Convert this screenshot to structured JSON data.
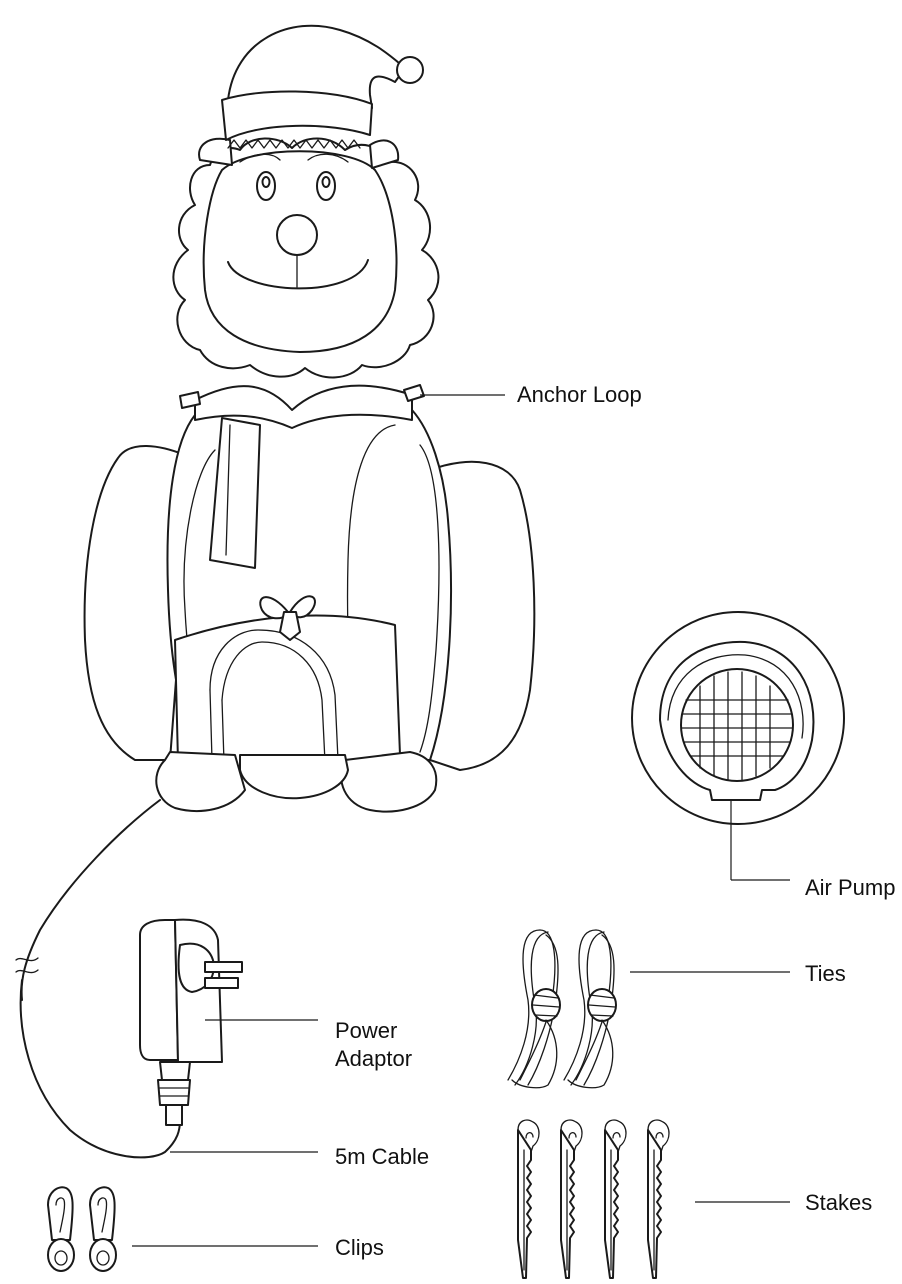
{
  "labels": {
    "anchor_loop": "Anchor Loop",
    "air_pump": "Air Pump",
    "ties": "Ties",
    "power_adaptor_line1": "Power",
    "power_adaptor_line2": "Adaptor",
    "cable": "5m Cable",
    "stakes": "Stakes",
    "clips": "Clips"
  },
  "colors": {
    "line": "#1a1a1a",
    "background": "#ffffff"
  }
}
